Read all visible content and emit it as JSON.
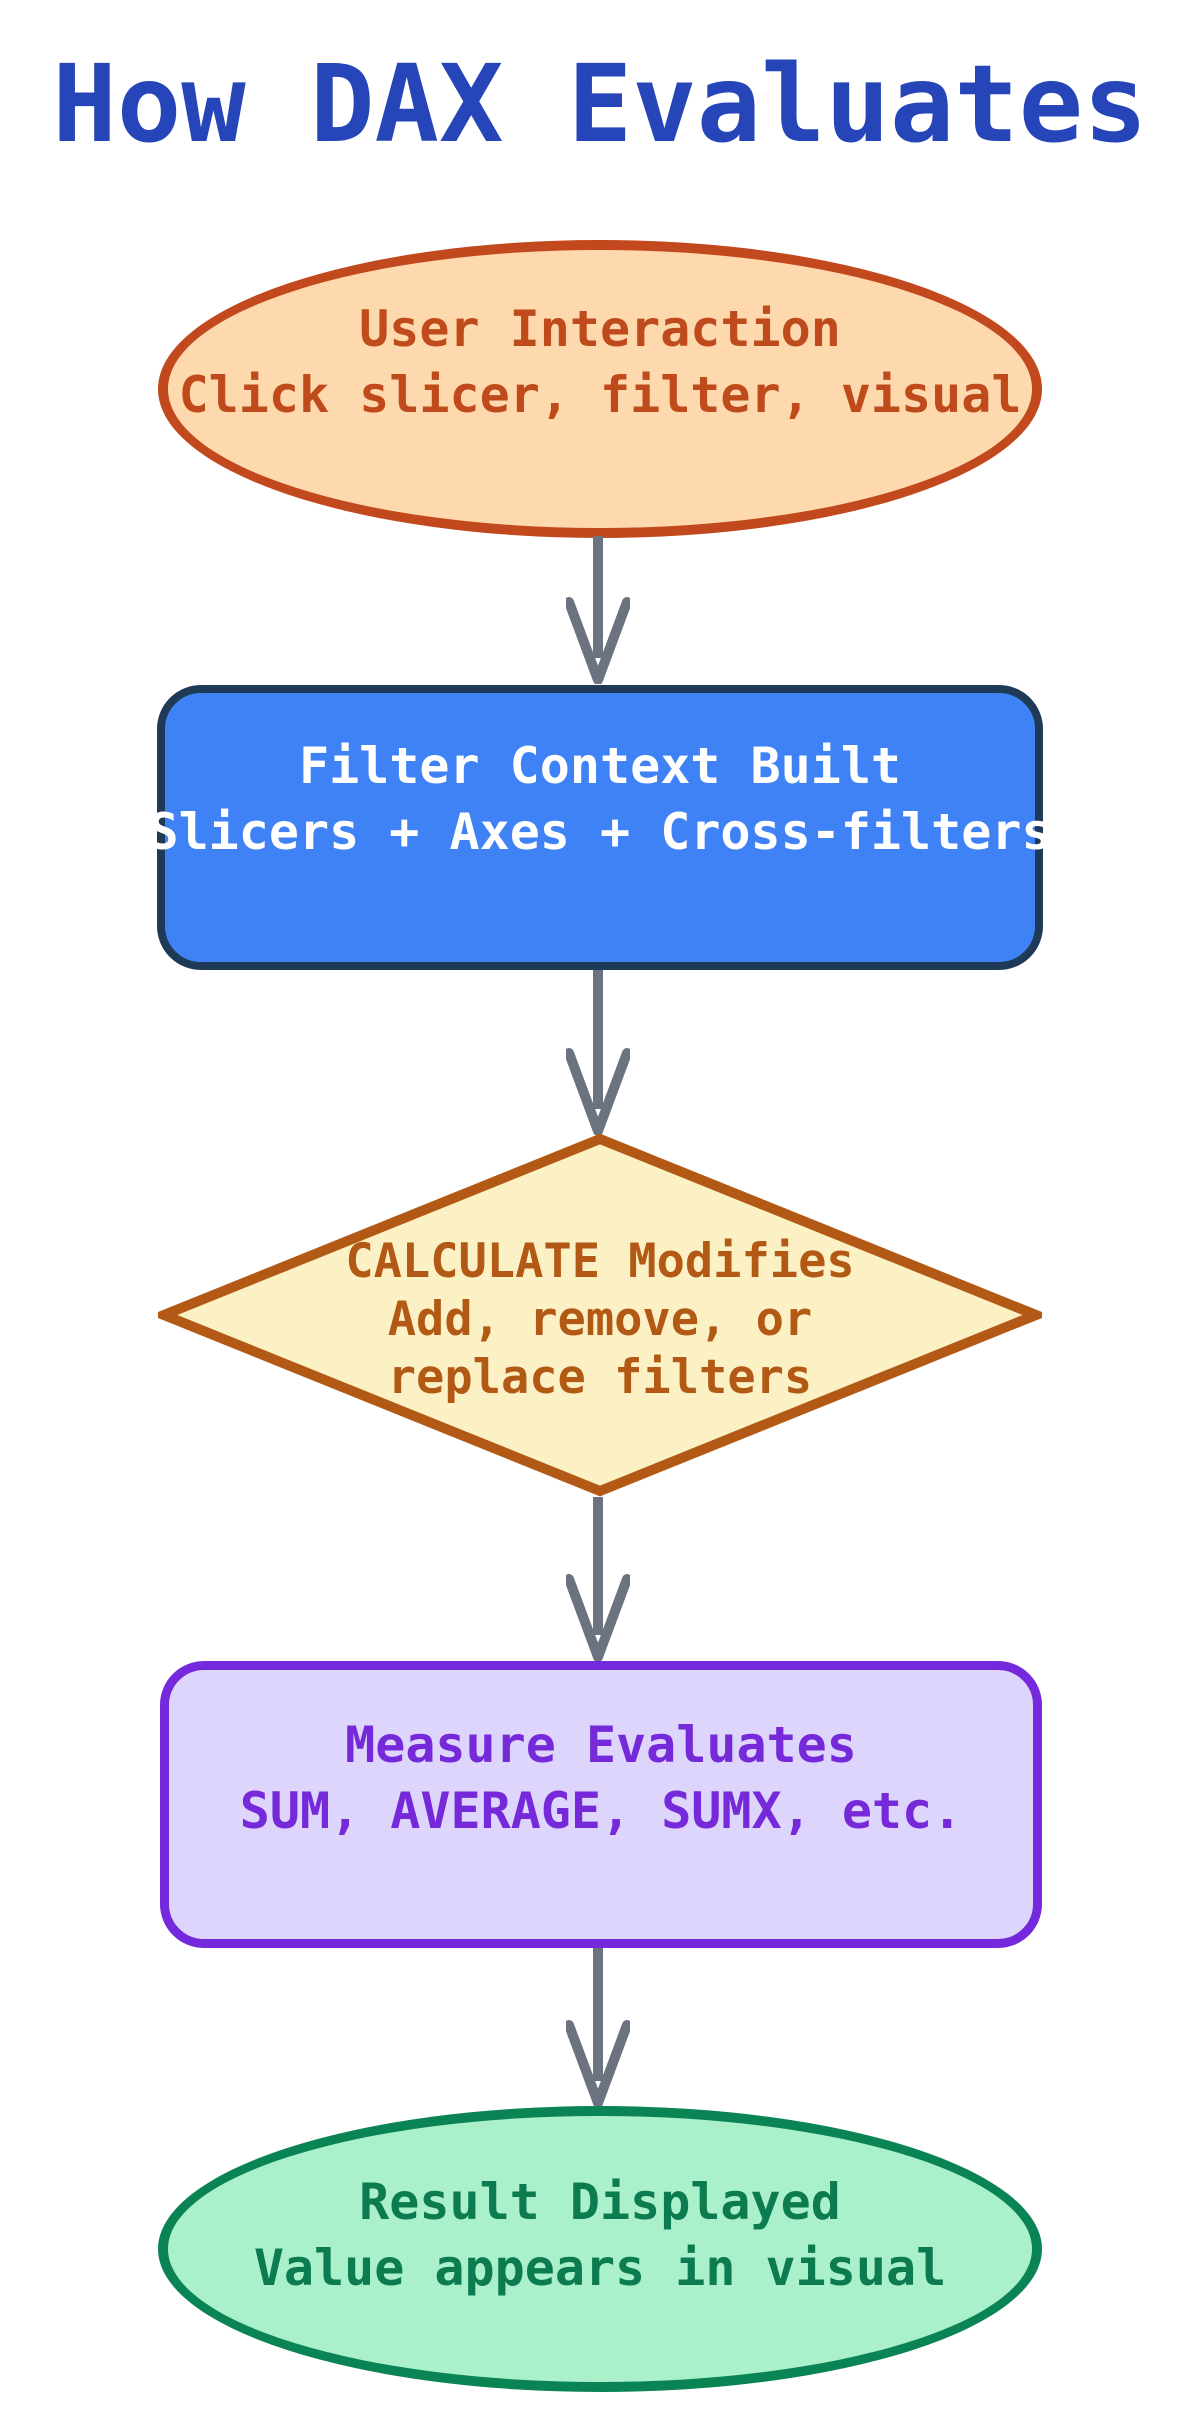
{
  "title": {
    "text": "How DAX Evaluates",
    "color": "#2545b8"
  },
  "flow": {
    "connector_color": "#6c7380",
    "nodes": [
      {
        "id": "user-interaction",
        "shape": "ellipse",
        "lines": [
          "User Interaction",
          "Click slicer, filter, visual"
        ],
        "fill": "#fdd9ad",
        "border": "#c2491d",
        "text_color": "#bf4a1c"
      },
      {
        "id": "filter-context-built",
        "shape": "rounded-rect",
        "lines": [
          "Filter Context Built",
          "Slicers + Axes + Cross-filters"
        ],
        "fill": "#3e82f5",
        "border": "#1f3a57",
        "text_color": "#ffffff"
      },
      {
        "id": "calculate-modifies",
        "shape": "diamond",
        "lines": [
          "CALCULATE Modifies",
          "Add, remove, or",
          "replace filters"
        ],
        "fill": "#fcf1c4",
        "border": "#b25915",
        "text_color": "#b25915"
      },
      {
        "id": "measure-evaluates",
        "shape": "rounded-rect",
        "lines": [
          "Measure Evaluates",
          "SUM, AVERAGE, SUMX, etc."
        ],
        "fill": "#ddd5fb",
        "border": "#7429dc",
        "text_color": "#7529d8"
      },
      {
        "id": "result-displayed",
        "shape": "ellipse",
        "lines": [
          "Result Displayed",
          "Value appears in visual"
        ],
        "fill": "#a9f0cb",
        "border": "#0b8455",
        "text_color": "#0c7b50"
      }
    ]
  }
}
